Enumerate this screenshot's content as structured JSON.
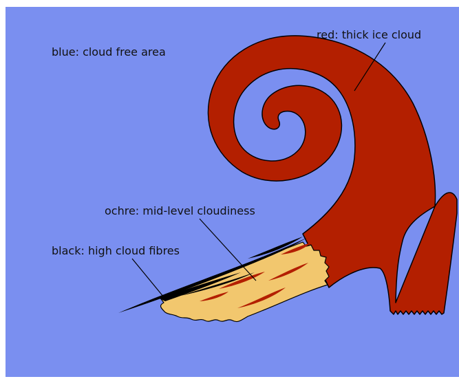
{
  "colors": {
    "cloud_free": "#7a8ff0",
    "thick_ice": "#b31f00",
    "mid_level": "#f2c76e",
    "high_fibres": "#000000",
    "outline": "#000000"
  },
  "labels": {
    "cloud_free": "blue: cloud free area",
    "thick_ice": "red: thick ice cloud",
    "mid_level": "ochre: mid-level cloudiness",
    "high_fibres": "black: high cloud fibres"
  }
}
